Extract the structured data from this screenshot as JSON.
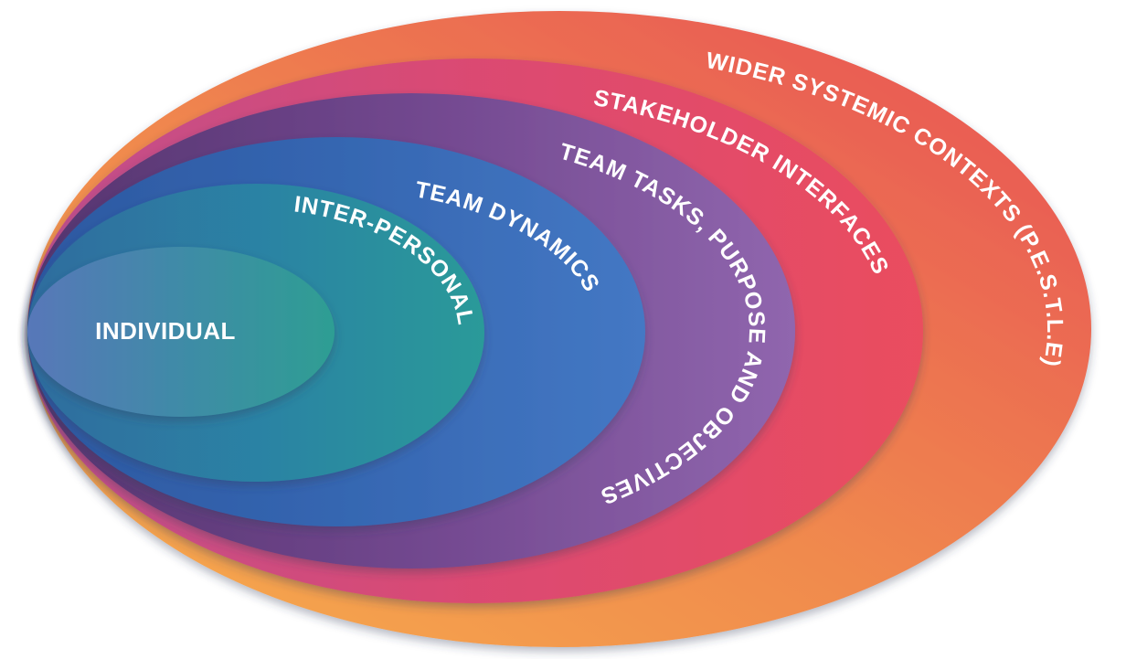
{
  "diagram": {
    "name": "nested-team-context-model",
    "background_color": "#FFFFFF",
    "text_color": "#FFFFFF",
    "shadow_color": "#333A58",
    "levels": [
      {
        "name": "wider-systemic-contexts",
        "label": "WIDER SYSTEMIC CONTEXTS (P.E.S.T.L.E)",
        "color_start": "#F7AE4E",
        "color_mid": "#F0894E",
        "color_end": "#E74E55"
      },
      {
        "name": "stakeholder-interfaces",
        "label": "STAKEHOLDER INTERFACES",
        "color_start": "#C04F8D",
        "color_mid": "#DB4A72",
        "color_end": "#EA4D5F"
      },
      {
        "name": "team-tasks-purpose-and-objectives",
        "label": "TEAM TASKS, PURPOSE AND OBJECTIVES",
        "color_start": "#55356F",
        "color_mid": "#71478E",
        "color_end": "#9066AE"
      },
      {
        "name": "team-dynamics",
        "label": "TEAM DYNAMICS",
        "color_start": "#2C58A1",
        "color_mid": "#3566B1",
        "color_end": "#4478C4"
      },
      {
        "name": "inter-personal",
        "label": "INTER-PERSONAL",
        "color_start": "#2E6C9E",
        "color_mid": "#2C82A4",
        "color_end": "#2C9A99"
      },
      {
        "name": "individual",
        "label": "INDIVIDUAL",
        "color_start": "#5877B9",
        "color_mid": "#3F8BA7",
        "color_end": "#2E9E93"
      }
    ]
  }
}
